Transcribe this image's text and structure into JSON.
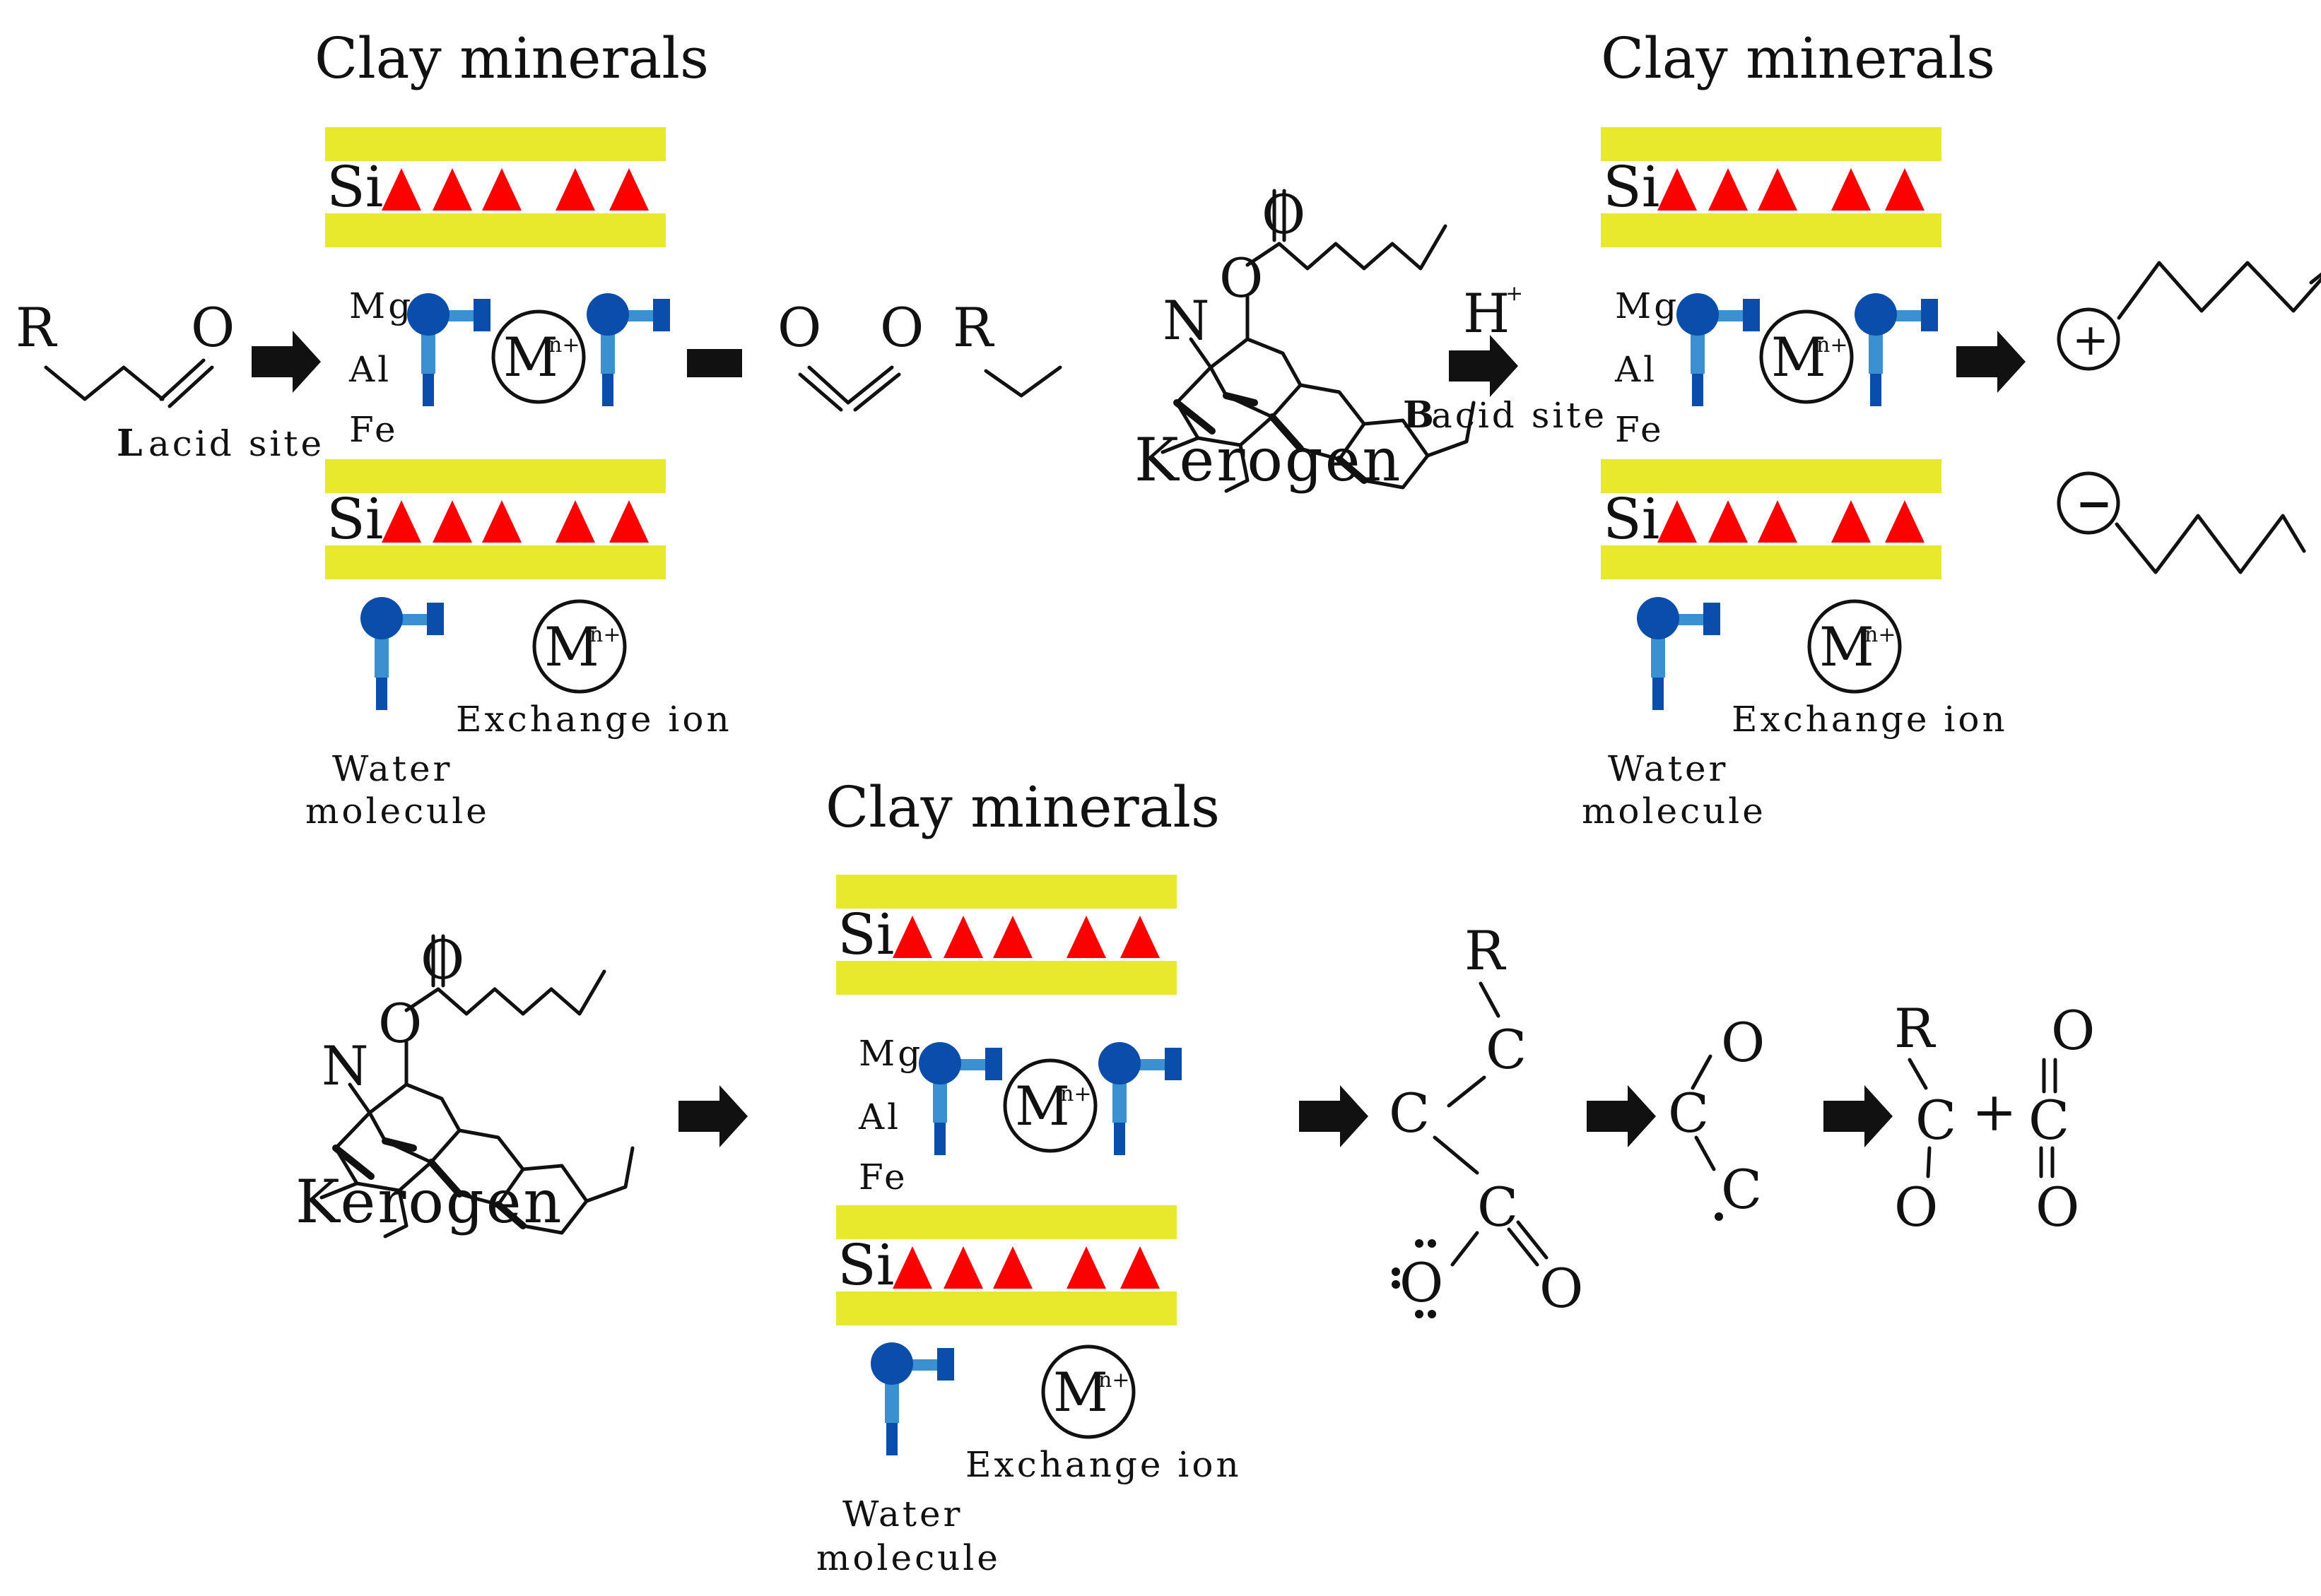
{
  "clay_label": "Clay minerals",
  "si_label": "Si",
  "mg_label": "Mg",
  "al_label": "Al",
  "fe_label": "Fe",
  "ion_symbol": "M",
  "ion_charge": "n+",
  "water_label_1": "Water",
  "water_label_2": "molecule",
  "exchange_label": "Exchange ion",
  "kerogen_label": "Kerogen",
  "l_acid_bold": "L",
  "b_acid_bold": "B",
  "acid_site_rest": "acid site",
  "h_plus": "H",
  "h_plus_sup": "+",
  "atom_r": "R",
  "atom_o": "O",
  "atom_n": "N",
  "atom_c": "C",
  "plus_sign": "+",
  "plus_charge": "+",
  "minus_charge": "−",
  "colors": {
    "yellow": "#E8E82C",
    "red": "#FF0000",
    "blue_dark": "#0A4DAA",
    "blue_mid": "#1E6FBF",
    "blue_light": "#3A90D0",
    "arrow": "#111111"
  },
  "icons": [
    "clay-layer-icon",
    "water-molecule-icon",
    "exchange-ion-icon",
    "reaction-arrow-icon",
    "kerogen-structure-icon",
    "carbocation-icon",
    "carbanion-icon"
  ]
}
